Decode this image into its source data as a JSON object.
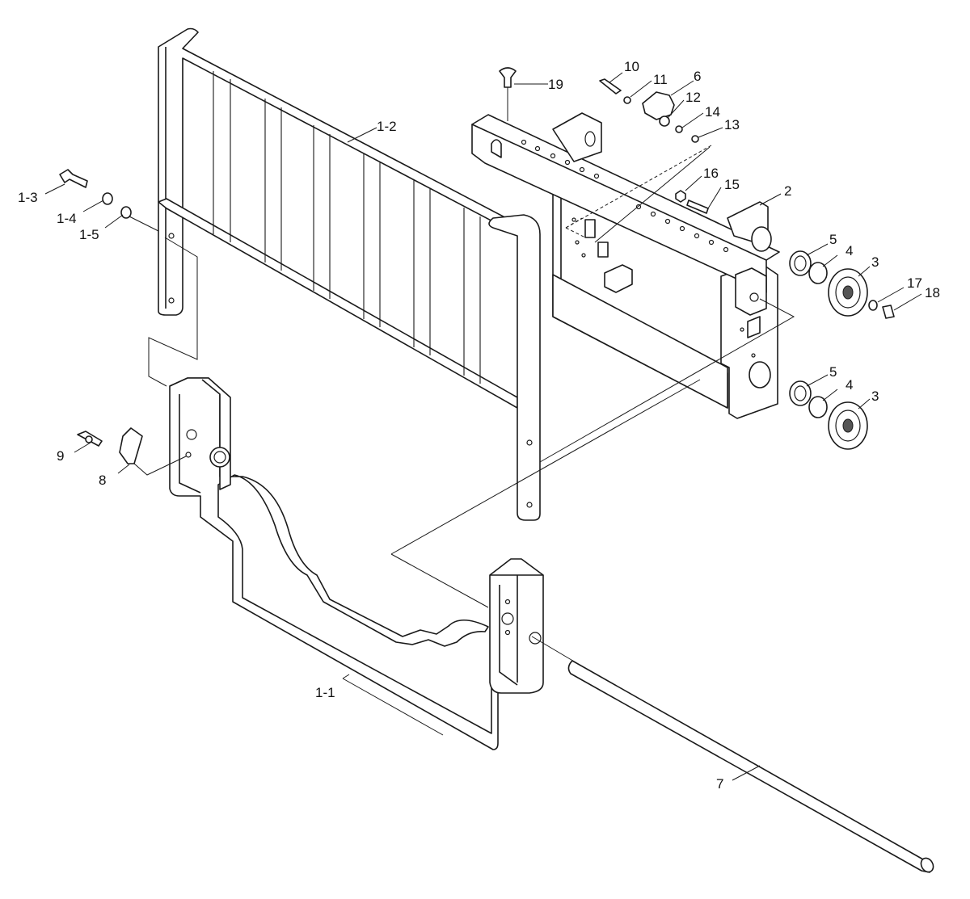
{
  "callouts": {
    "c1_1": "1-1",
    "c1_2": "1-2",
    "c1_3": "1-3",
    "c1_4": "1-4",
    "c1_5": "1-5",
    "c2": "2",
    "c3a": "3",
    "c3b": "3",
    "c4a": "4",
    "c4b": "4",
    "c5a": "5",
    "c5b": "5",
    "c6": "6",
    "c7": "7",
    "c8": "8",
    "c9": "9",
    "c10": "10",
    "c11": "11",
    "c12": "12",
    "c13": "13",
    "c14": "14",
    "c15": "15",
    "c16": "16",
    "c17": "17",
    "c18": "18",
    "c19": "19"
  }
}
